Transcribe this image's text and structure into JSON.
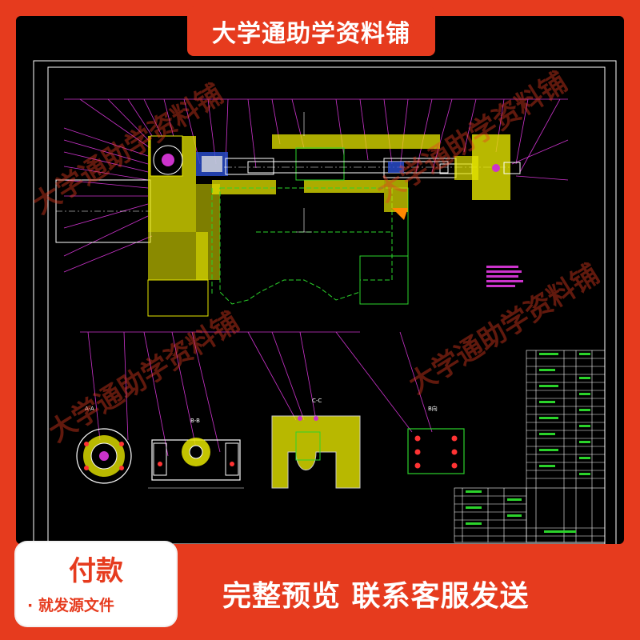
{
  "banner": {
    "title": "大学通助学资料铺"
  },
  "watermark": {
    "text": "大学通助学资料铺"
  },
  "drawing": {
    "labels": {
      "view_aa": "A-A",
      "view_bb": "B-B",
      "view_cc": "C-C",
      "view_d": "B向"
    }
  },
  "payment": {
    "title": "付款",
    "subtitle": "· 就发源文件"
  },
  "footer": {
    "text": "完整预览  联系客服发送"
  },
  "colors": {
    "background": "#e63b1e",
    "drawing_bg": "#000000",
    "part_yellow": "#e6e600",
    "leader_magenta": "#cc33cc",
    "line_green": "#2bd32b",
    "line_white": "#ffffff"
  }
}
